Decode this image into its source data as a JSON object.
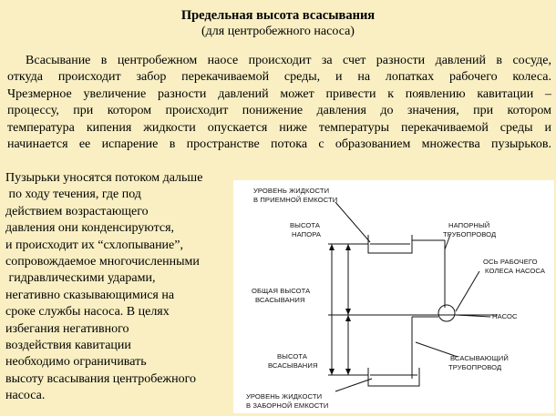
{
  "title": "Предельная высота всасывания",
  "subtitle": "(для центробежного насоса)",
  "paragraph_lines": [
    "Всасывание в центробежном наосе происходит за счет разности давлений в сосуде,",
    "откуда происходит забор перекачиваемой среды, и на лопатках рабочего колеса.",
    "Чрезмерное увеличение разности давлений может привести к появлению кавитации –",
    "процессу, при котором происходит понижение давления до значения, при котором",
    "температура кипения жидкости опускается ниже температуры перекачиваемой среды и",
    "начинается ее испарение в пространстве потока с образованием множества пузырьков."
  ],
  "left_column_lines": [
    "Пузырьки уносятся потоком дальше",
    " по ходу течения, где под",
    "действием возрастающего",
    "давления они конденсируются,",
    "и происходит их “схлопывание”,",
    "сопровождаемое многочисленными",
    " гидравлическими ударами,",
    "негативно сказывающимися на",
    "сроке службы насоса. В целях",
    "избегания негативного",
    "воздействия кавитации",
    "необходимо ограничивать",
    "высоту всасывания центробежного",
    "насоса."
  ],
  "diagram": {
    "label_upper_level": [
      "УРОВЕНЬ ЖИДКОСТИ",
      "В ПРИЕМНОЙ ЕМКОСТИ"
    ],
    "label_head_height": [
      "ВЫСОТА",
      "НАПОРА"
    ],
    "label_discharge_pipe": [
      "НАПОРНЫЙ",
      "ТРУБОПРОВОД"
    ],
    "label_impeller_axis": [
      "ОСЬ РАБОЧЕГО",
      "КОЛЕСА НАСОСА"
    ],
    "label_total_height": [
      "ОБЩАЯ ВЫСОТА",
      "ВСАСЫВАНИЯ"
    ],
    "label_pump": [
      "НАСОС"
    ],
    "label_suction_height": [
      "ВЫСОТА",
      "ВСАСЫВАНИЯ"
    ],
    "label_suction_pipe": [
      "ВСАСЫВАЮЩИЙ",
      "ТРУБОПРОВОД"
    ],
    "label_lower_level": [
      "УРОВЕНЬ ЖИДКОСТИ",
      "В ЗАБОРНОЙ ЕМКОСТИ"
    ]
  }
}
